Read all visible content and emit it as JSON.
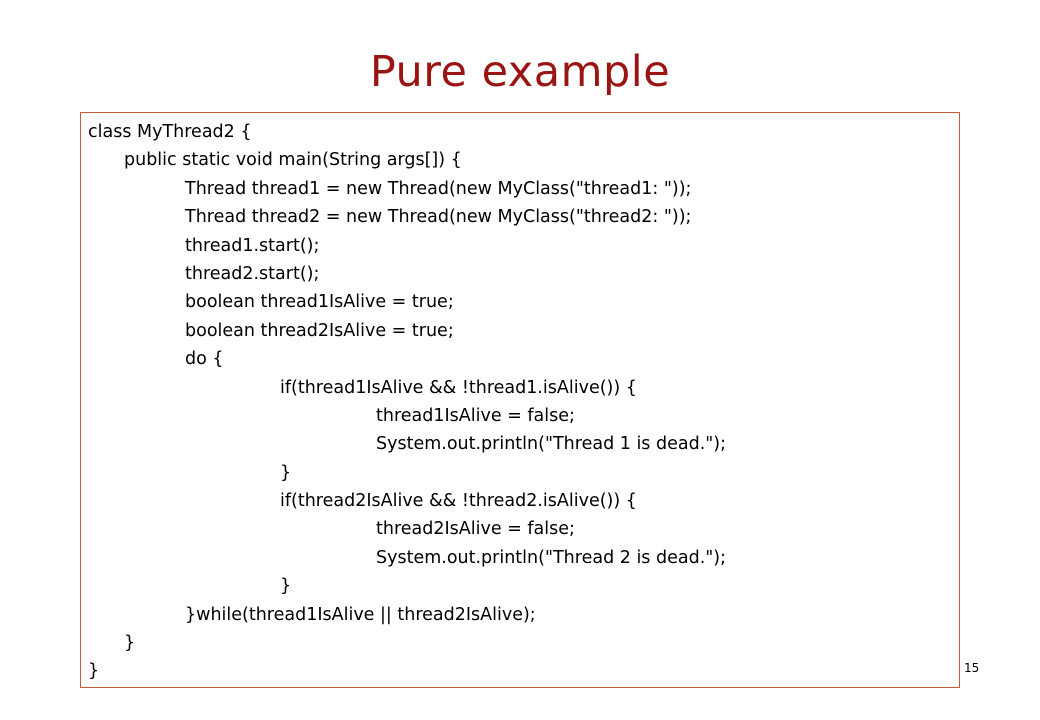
{
  "slide": {
    "title": "Pure example",
    "title_color": "#9b1414",
    "page_number": "15",
    "border_color": "#c85a3c"
  },
  "code": {
    "lines": [
      "class MyThread2 {",
      "public static void main(String args[]) {",
      "Thread thread1 = new Thread(new MyClass(\"thread1: \"));",
      "Thread thread2 = new Thread(new MyClass(\"thread2: \"));",
      "thread1.start();",
      "thread2.start();",
      "boolean thread1IsAlive = true;",
      "boolean thread2IsAlive = true;",
      "do {",
      "if(thread1IsAlive && !thread1.isAlive()) {",
      "thread1IsAlive = false;",
      "System.out.println(\"Thread 1 is dead.\");",
      "}",
      "if(thread2IsAlive && !thread2.isAlive()) {",
      "thread2IsAlive = false;",
      "System.out.println(\"Thread 2 is dead.\");",
      "}",
      "}while(thread1IsAlive || thread2IsAlive);",
      "}",
      "}"
    ]
  }
}
